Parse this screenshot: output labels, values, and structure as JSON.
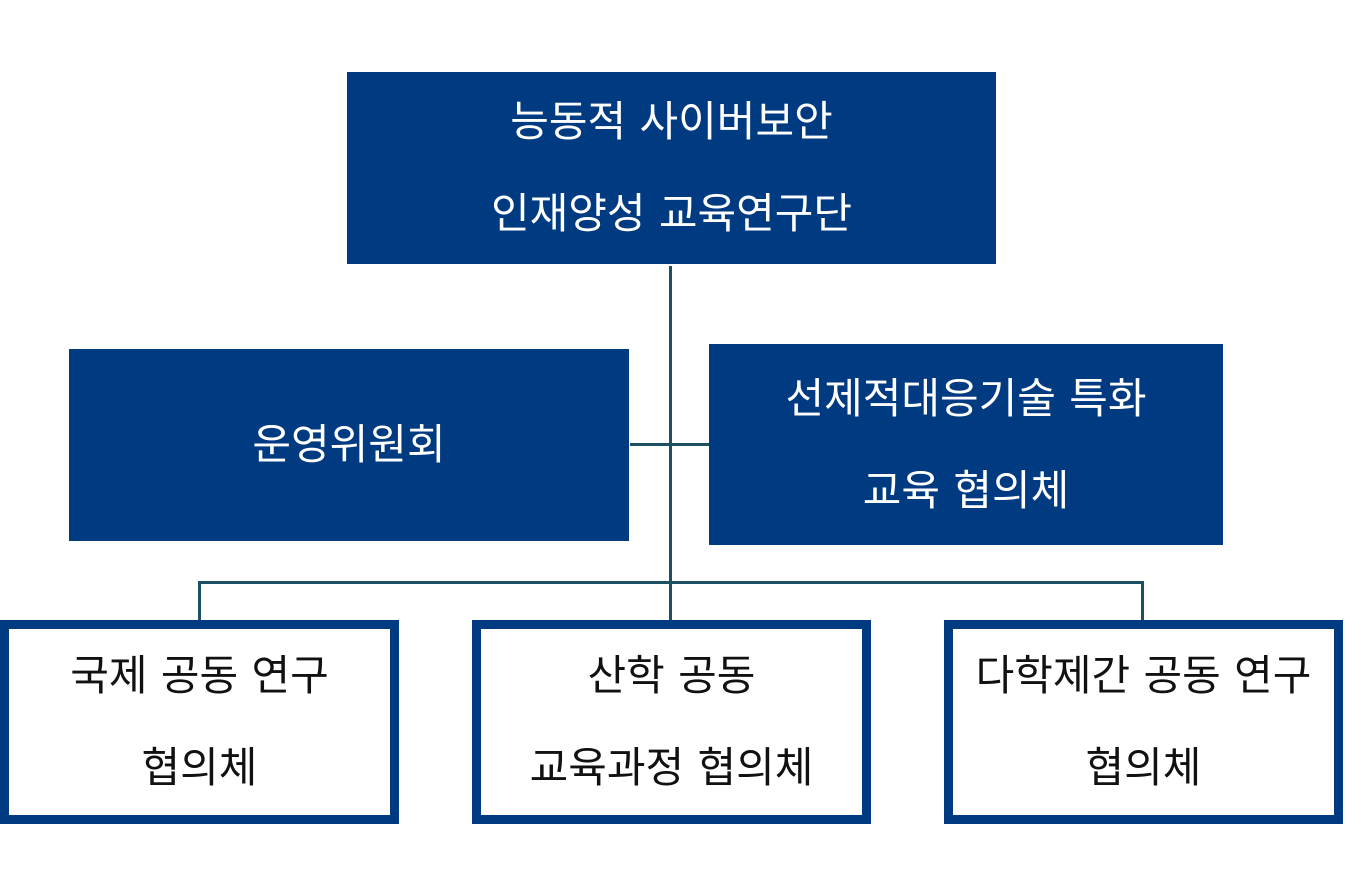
{
  "diagram": {
    "root": {
      "line1": "능동적 사이버보안",
      "line2": "인재양성 교육연구단"
    },
    "left_side": {
      "label": "운영위원회"
    },
    "right_side": {
      "line1": "선제적대응기술 특화",
      "line2": "교육 협의체"
    },
    "children": [
      {
        "line1": "국제 공동 연구",
        "line2": "협의체"
      },
      {
        "line1": "산학 공동",
        "line2": "교육과정 협의체"
      },
      {
        "line1": "다학제간 공동 연구",
        "line2": "협의체"
      }
    ],
    "colors": {
      "box_fill": "#003a80",
      "box_border": "#003a80",
      "connector": "#1e5063",
      "filled_text": "#ffffff",
      "outlined_text": "#111111"
    }
  }
}
